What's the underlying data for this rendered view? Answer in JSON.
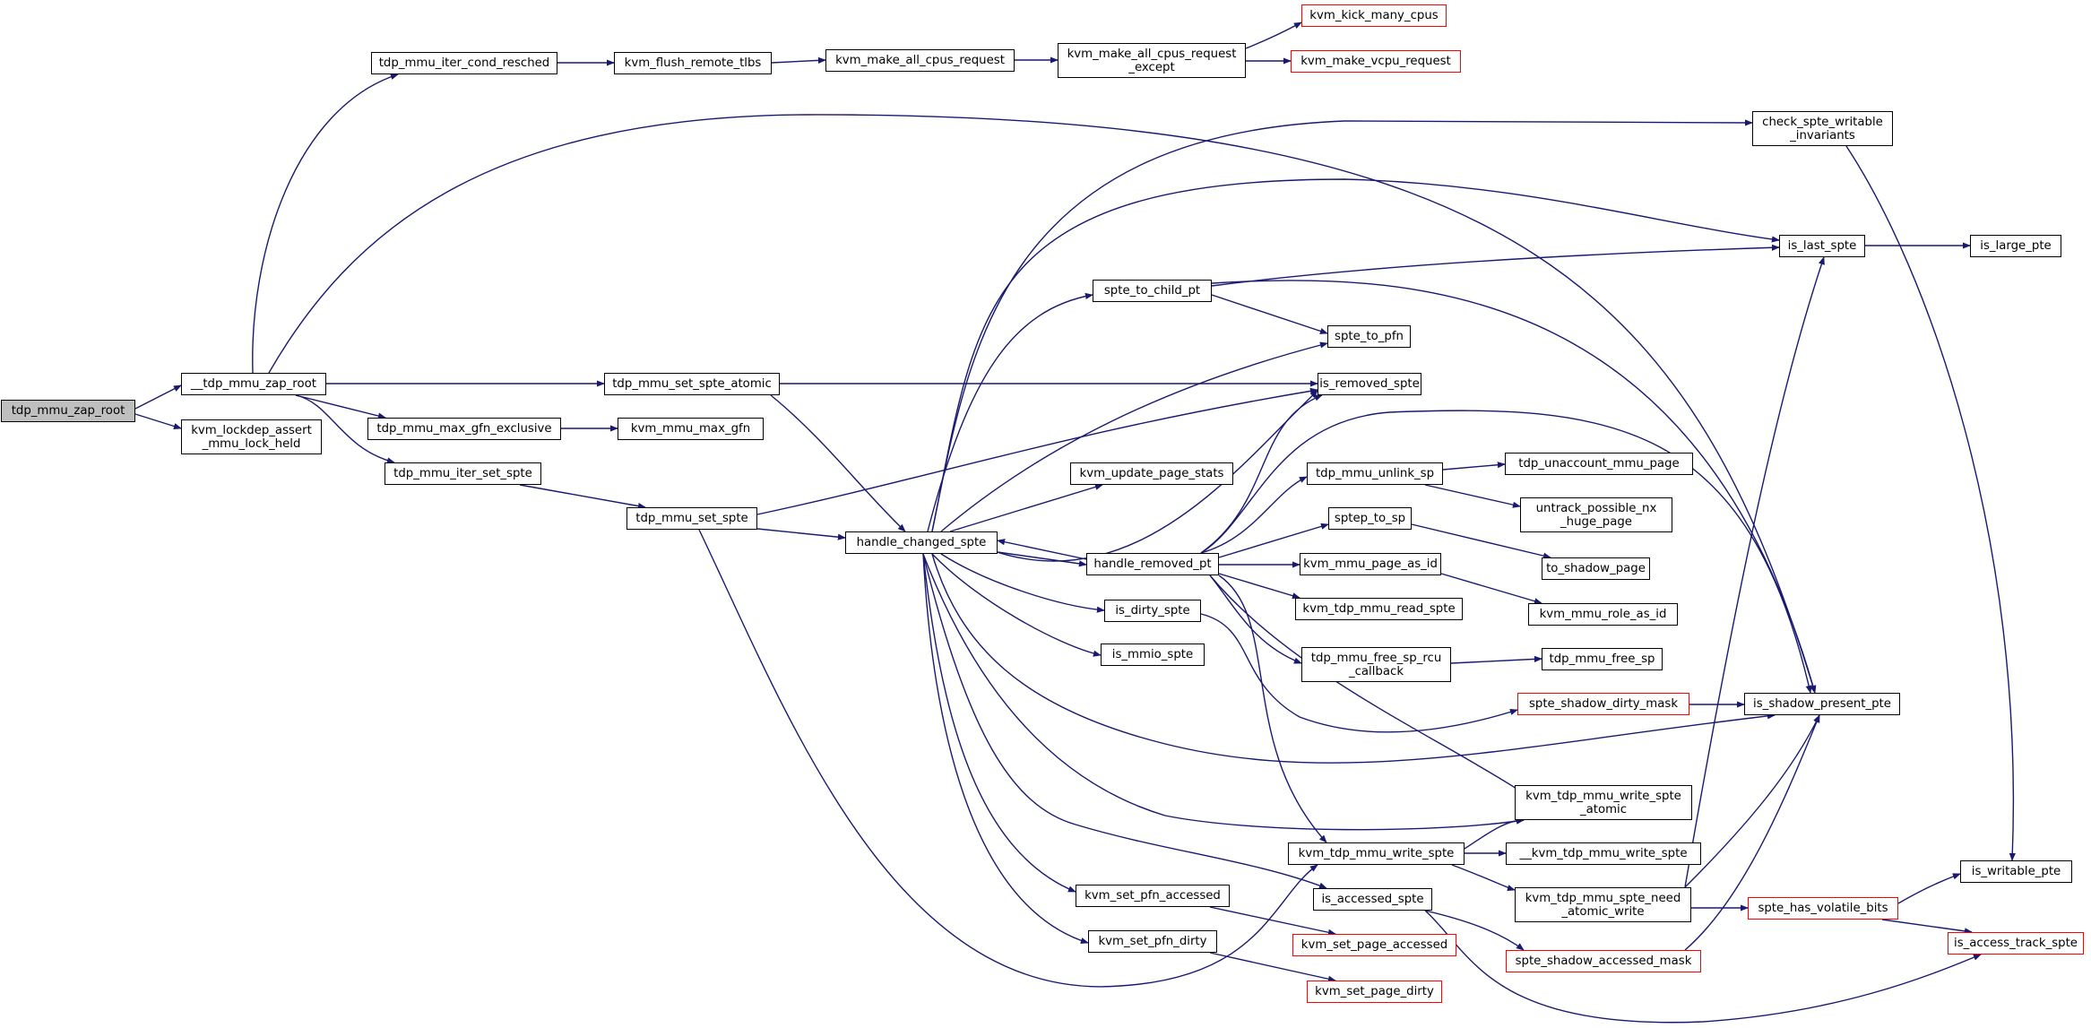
{
  "colors": {
    "edge": "#191970",
    "node_border": "#000000",
    "truncated_border": "#ff0000",
    "root_fill": "#bfbfbf"
  },
  "nodes": [
    {
      "id": "n0",
      "label": "tdp_mmu_zap_root",
      "style": "root"
    },
    {
      "id": "n1",
      "label": "__tdp_mmu_zap_root",
      "style": "normal"
    },
    {
      "id": "n2",
      "label": "kvm_lockdep_assert\n_mmu_lock_held",
      "style": "normal"
    },
    {
      "id": "n3",
      "label": "tdp_mmu_iter_cond_resched",
      "style": "normal"
    },
    {
      "id": "n4",
      "label": "kvm_flush_remote_tlbs",
      "style": "normal"
    },
    {
      "id": "n5",
      "label": "kvm_make_all_cpus_request",
      "style": "normal"
    },
    {
      "id": "n6",
      "label": "kvm_make_all_cpus_request\n_except",
      "style": "normal"
    },
    {
      "id": "n7",
      "label": "kvm_kick_many_cpus",
      "style": "truncated"
    },
    {
      "id": "n8",
      "label": "kvm_make_vcpu_request",
      "style": "truncated"
    },
    {
      "id": "n9",
      "label": "check_spte_writable\n_invariants",
      "style": "normal"
    },
    {
      "id": "n10",
      "label": "is_last_spte",
      "style": "normal"
    },
    {
      "id": "n11",
      "label": "is_large_pte",
      "style": "normal"
    },
    {
      "id": "n12",
      "label": "spte_to_child_pt",
      "style": "normal"
    },
    {
      "id": "n13",
      "label": "spte_to_pfn",
      "style": "normal"
    },
    {
      "id": "n14",
      "label": "tdp_mmu_set_spte_atomic",
      "style": "normal"
    },
    {
      "id": "n15",
      "label": "is_removed_spte",
      "style": "normal"
    },
    {
      "id": "n16",
      "label": "tdp_mmu_max_gfn_exclusive",
      "style": "normal"
    },
    {
      "id": "n17",
      "label": "kvm_mmu_max_gfn",
      "style": "normal"
    },
    {
      "id": "n18",
      "label": "tdp_mmu_iter_set_spte",
      "style": "normal"
    },
    {
      "id": "n19",
      "label": "kvm_update_page_stats",
      "style": "normal"
    },
    {
      "id": "n20",
      "label": "tdp_mmu_unlink_sp",
      "style": "normal"
    },
    {
      "id": "n21",
      "label": "tdp_unaccount_mmu_page",
      "style": "normal"
    },
    {
      "id": "n22",
      "label": "untrack_possible_nx\n_huge_page",
      "style": "normal"
    },
    {
      "id": "n23",
      "label": "tdp_mmu_set_spte",
      "style": "normal"
    },
    {
      "id": "n24",
      "label": "handle_changed_spte",
      "style": "normal"
    },
    {
      "id": "n25",
      "label": "sptep_to_sp",
      "style": "normal"
    },
    {
      "id": "n26",
      "label": "to_shadow_page",
      "style": "normal"
    },
    {
      "id": "n27",
      "label": "handle_removed_pt",
      "style": "normal"
    },
    {
      "id": "n28",
      "label": "kvm_mmu_page_as_id",
      "style": "normal"
    },
    {
      "id": "n29",
      "label": "kvm_mmu_role_as_id",
      "style": "normal"
    },
    {
      "id": "n30",
      "label": "is_dirty_spte",
      "style": "normal"
    },
    {
      "id": "n31",
      "label": "kvm_tdp_mmu_read_spte",
      "style": "normal"
    },
    {
      "id": "n32",
      "label": "is_mmio_spte",
      "style": "normal"
    },
    {
      "id": "n33",
      "label": "tdp_mmu_free_sp_rcu\n_callback",
      "style": "normal"
    },
    {
      "id": "n34",
      "label": "tdp_mmu_free_sp",
      "style": "normal"
    },
    {
      "id": "n35",
      "label": "spte_shadow_dirty_mask",
      "style": "truncated"
    },
    {
      "id": "n36",
      "label": "is_shadow_present_pte",
      "style": "normal"
    },
    {
      "id": "n37",
      "label": "kvm_tdp_mmu_write_spte\n_atomic",
      "style": "normal"
    },
    {
      "id": "n38",
      "label": "kvm_tdp_mmu_write_spte",
      "style": "normal"
    },
    {
      "id": "n39",
      "label": "__kvm_tdp_mmu_write_spte",
      "style": "normal"
    },
    {
      "id": "n40",
      "label": "is_writable_pte",
      "style": "normal"
    },
    {
      "id": "n41",
      "label": "kvm_set_pfn_accessed",
      "style": "normal"
    },
    {
      "id": "n42",
      "label": "is_accessed_spte",
      "style": "normal"
    },
    {
      "id": "n43",
      "label": "kvm_tdp_mmu_spte_need\n_atomic_write",
      "style": "normal"
    },
    {
      "id": "n44",
      "label": "spte_has_volatile_bits",
      "style": "truncated"
    },
    {
      "id": "n45",
      "label": "kvm_set_page_accessed",
      "style": "truncated"
    },
    {
      "id": "n46",
      "label": "is_access_track_spte",
      "style": "truncated"
    },
    {
      "id": "n47",
      "label": "kvm_set_pfn_dirty",
      "style": "normal"
    },
    {
      "id": "n48",
      "label": "spte_shadow_accessed_mask",
      "style": "truncated"
    },
    {
      "id": "n49",
      "label": "kvm_set_page_dirty",
      "style": "truncated"
    }
  ]
}
